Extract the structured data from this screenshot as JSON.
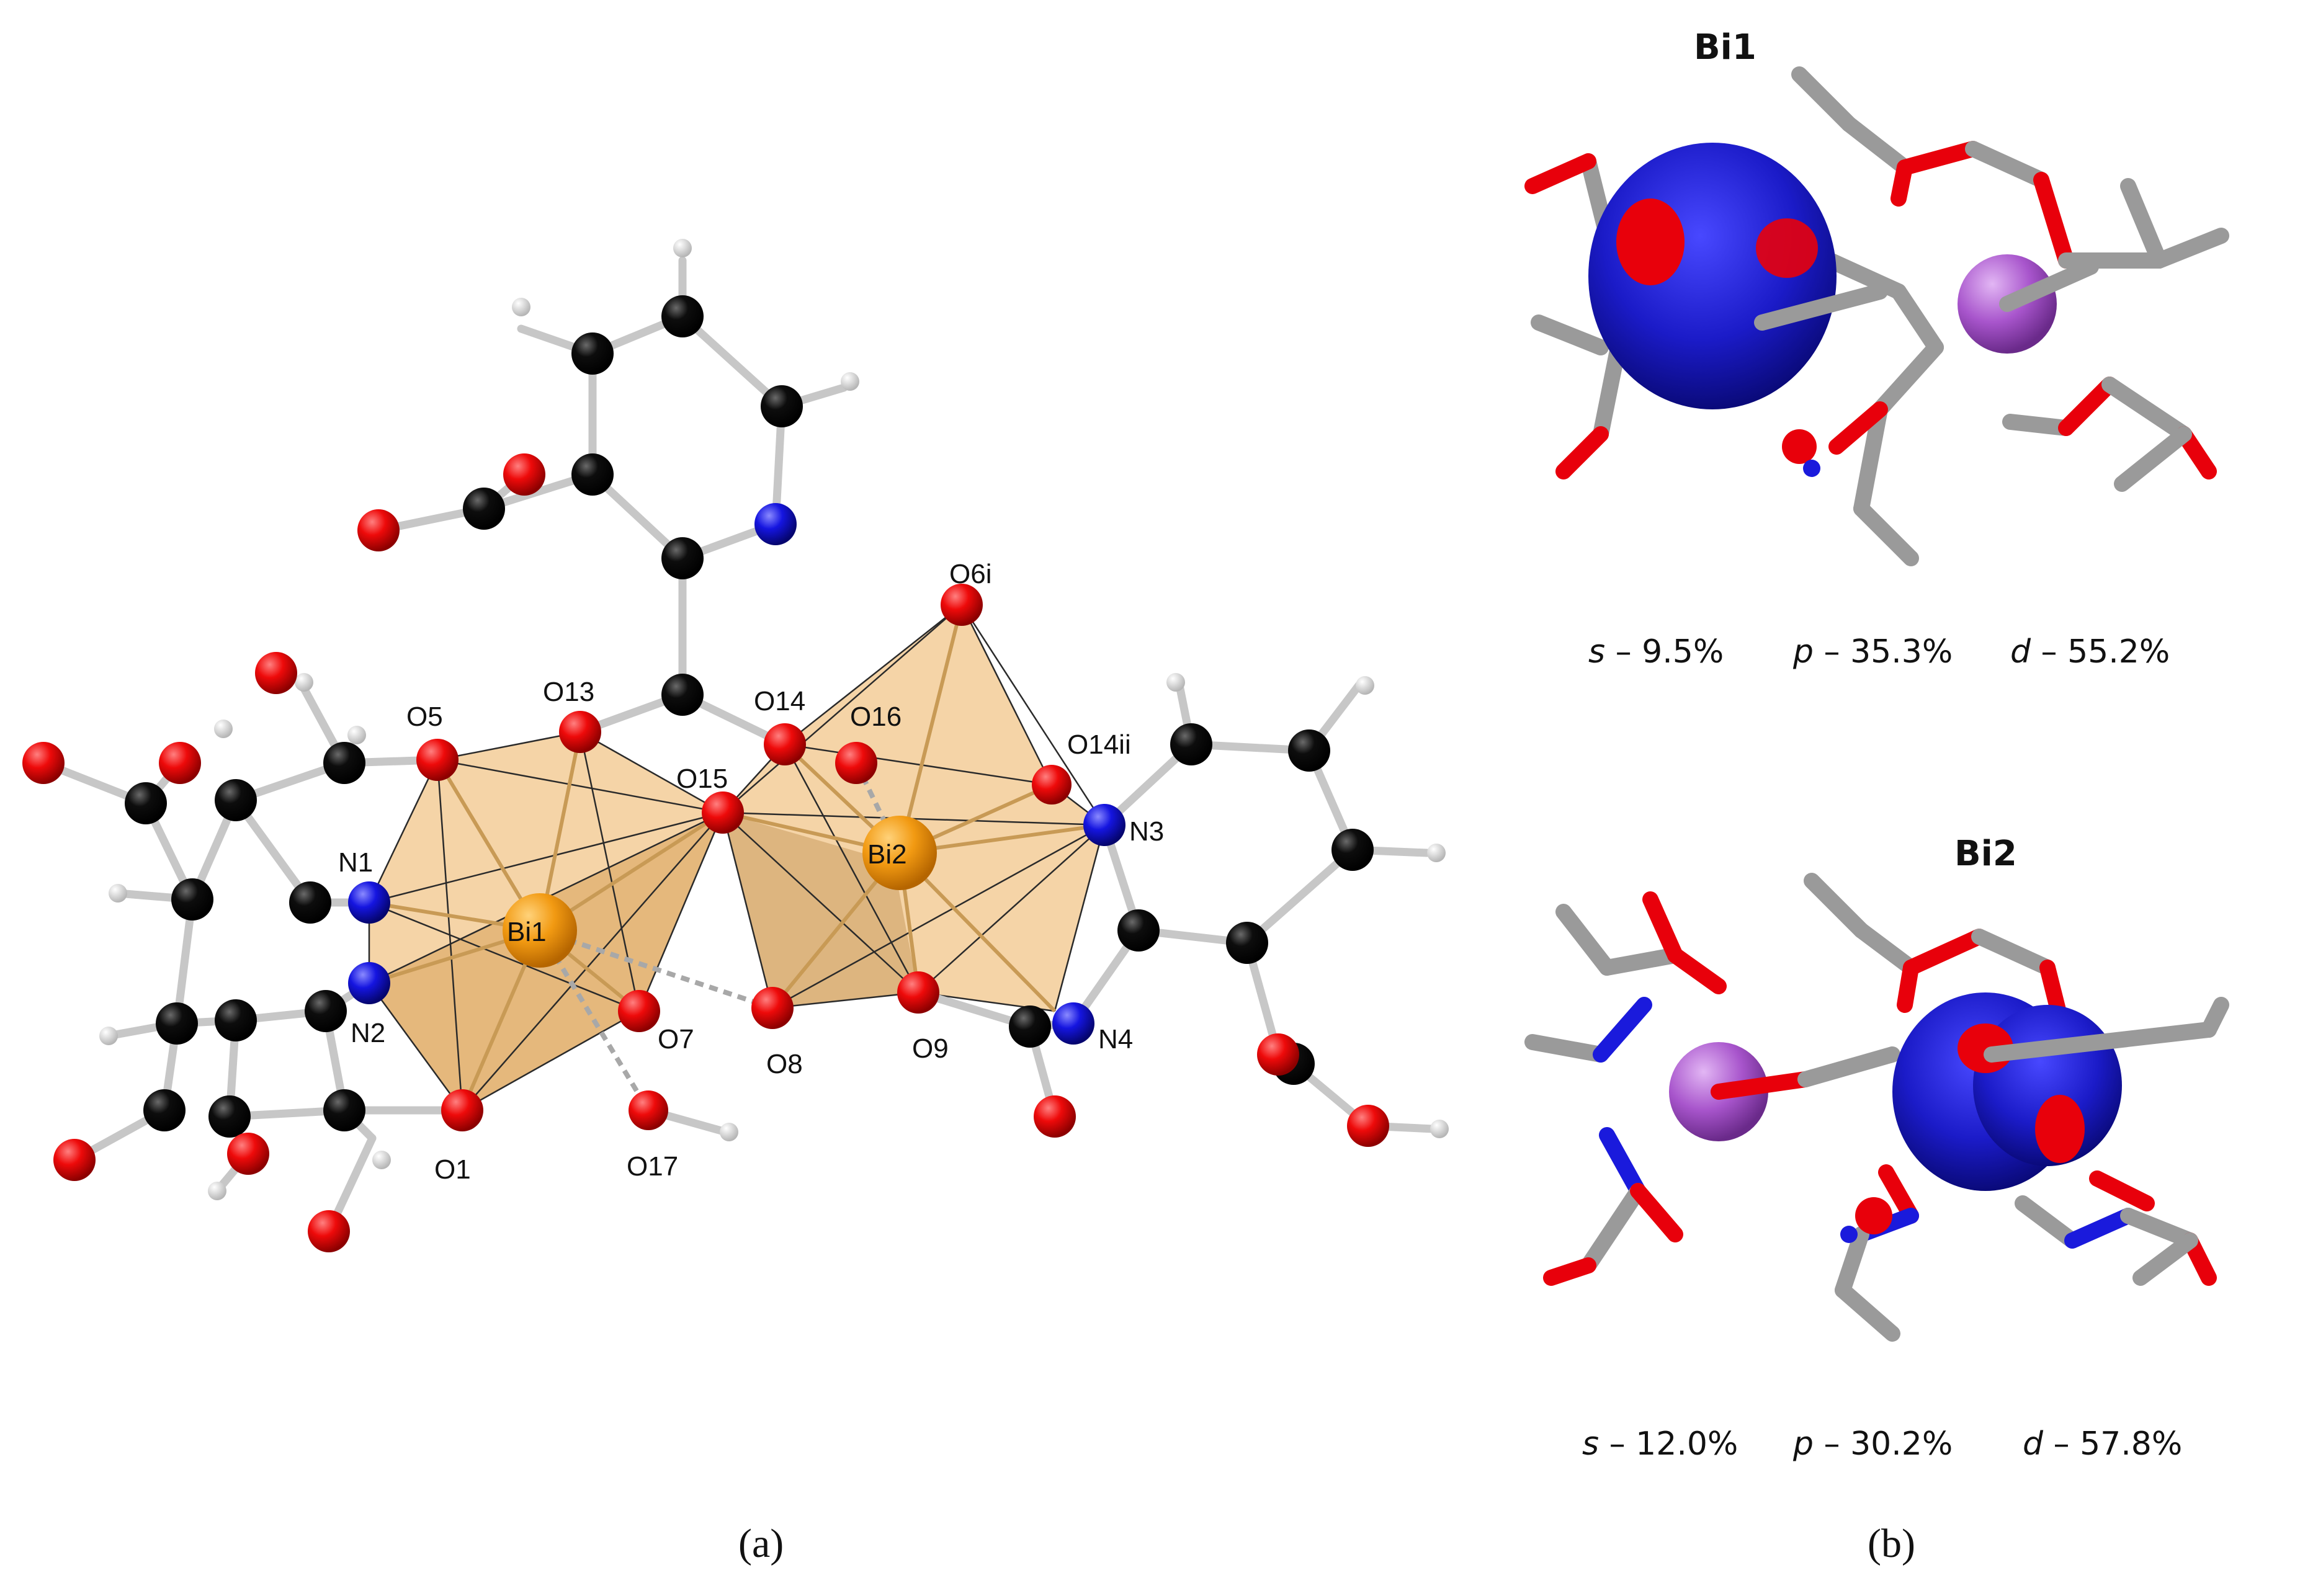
{
  "panel_a": {
    "caption": "(a)",
    "atom_labels": {
      "o6i": "O6i",
      "o13": "O13",
      "o14": "O14",
      "o16": "O16",
      "o5": "O5",
      "o15": "O15",
      "o14ii": "O14ii",
      "n1": "N1",
      "n2": "N2",
      "n3": "N3",
      "n4": "N4",
      "bi1": "Bi1",
      "bi2": "Bi2",
      "o7": "O7",
      "o8": "O8",
      "o9": "O9",
      "o1": "O1",
      "o17": "O17"
    }
  },
  "panel_b": {
    "caption": "(b)",
    "bi1": {
      "title": "Bi1",
      "s_label": "s",
      "s_value": " – 9.5%",
      "p_label": "p",
      "p_value": " – 35.3%",
      "d_label": "d",
      "d_value": " – 55.2%"
    },
    "bi2": {
      "title": "Bi2",
      "s_label": "s",
      "s_value": " – 12.0%",
      "p_label": "p",
      "p_value": " – 30.2%",
      "d_label": "d",
      "d_value": " – 57.8%"
    }
  },
  "colors": {
    "oxygen": "#e8000b",
    "nitrogen": "#1a1adc",
    "carbon": "#050505",
    "hydrogen": "#f2f2f2",
    "bismuth": "#f09a10",
    "polyhedron": "#f2c68a",
    "orbital": "#1b1bc8",
    "bi_sphere": "#a155c8",
    "stick_gray": "#9a9a9a"
  }
}
